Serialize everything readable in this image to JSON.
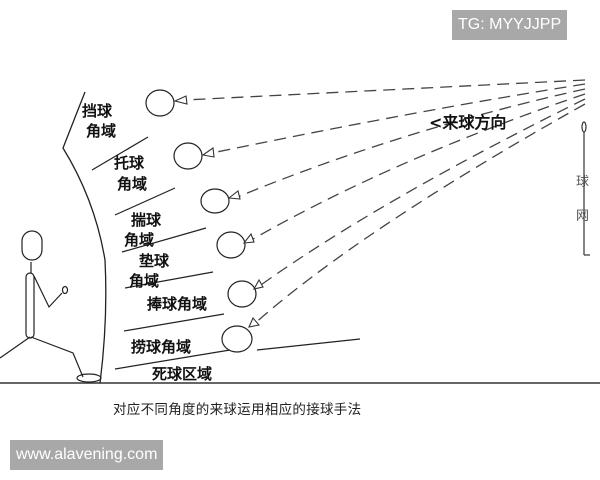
{
  "watermarks": {
    "top": "TG: MYYJJPP",
    "bottom": "www.alavening.com"
  },
  "diagram": {
    "direction_label": "<来球方向",
    "net_label": [
      "球",
      "网"
    ],
    "zones": [
      {
        "line1": "挡球",
        "line2": "角域"
      },
      {
        "line1": "托球",
        "line2": "角域"
      },
      {
        "line1": "揣球",
        "line2": "角域"
      },
      {
        "line1": "垫球",
        "line2": "角域"
      },
      {
        "line1": "捧球角域",
        "line2": ""
      },
      {
        "line1": "捞球角域",
        "line2": ""
      },
      {
        "line1": "死球区域",
        "line2": ""
      }
    ],
    "caption": "对应不同角度的来球运用相应的接球手法",
    "colors": {
      "line": "#222222",
      "dash": "#444444",
      "watermark_bg": "#a8a8a8"
    }
  }
}
